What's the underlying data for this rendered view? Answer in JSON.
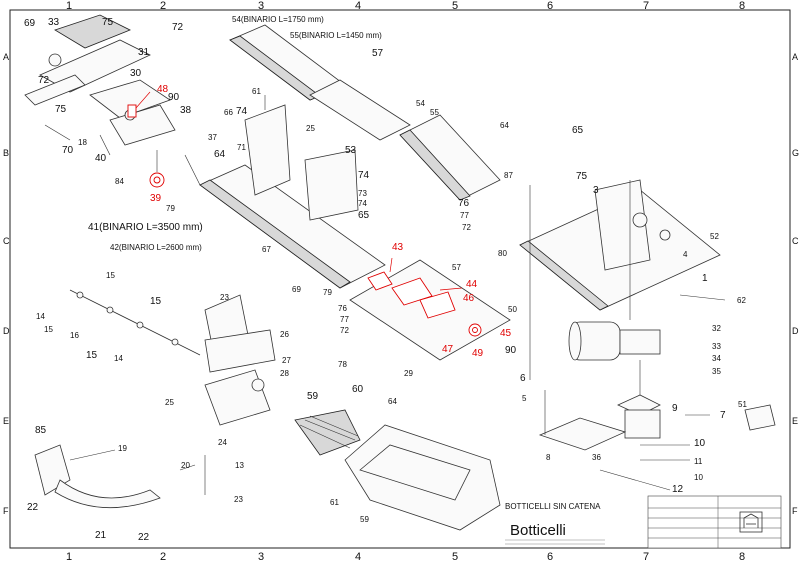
{
  "grid": {
    "columns": [
      "1",
      "2",
      "3",
      "4",
      "5",
      "6",
      "7",
      "8"
    ],
    "rows_left": [
      "A",
      "B",
      "C",
      "D",
      "E",
      "F"
    ],
    "rows_right": [
      "A",
      "G",
      "C",
      "D",
      "E",
      "F"
    ]
  },
  "rails": {
    "rail54": "54(BINARIO L=1750 mm)",
    "rail55": "55(BINARIO L=1450 mm)",
    "rail41": "41(BINARIO L=3500 mm)",
    "rail42": "42(BINARIO L=2600 mm)"
  },
  "labels": {
    "l69": "69",
    "l33": "33",
    "l75a": "75",
    "l72a": "72",
    "l31": "31",
    "l30": "30",
    "l72b": "72",
    "l75b": "75",
    "l48": "48",
    "l90a": "90",
    "l38": "38",
    "l70": "70",
    "l40": "40",
    "l18": "18",
    "l37": "37",
    "l84": "84",
    "l39": "39",
    "l79a": "79",
    "l57a": "57",
    "l61": "61",
    "l66": "66",
    "l74a": "74",
    "l25": "25",
    "l53": "53",
    "l64a": "64",
    "l71": "71",
    "l74b": "74",
    "l73": "73",
    "l74c": "74",
    "l65a": "65",
    "l67": "67",
    "l54": "54",
    "l55": "55",
    "l64b": "64",
    "l65b": "65",
    "l87": "87",
    "l75c": "75",
    "l76": "76",
    "l77a": "77",
    "l72c": "72",
    "l3": "3",
    "l52": "52",
    "l4": "4",
    "l80": "80",
    "l43": "43",
    "l57b": "57",
    "l69b": "69",
    "l79b": "79",
    "l44": "44",
    "l46": "46",
    "l50": "50",
    "l45": "45",
    "l47": "47",
    "l49": "49",
    "l90b": "90",
    "l76b": "76",
    "l77b": "77",
    "l72d": "72",
    "l78": "78",
    "l29": "29",
    "l1": "1",
    "l62": "62",
    "l32": "32",
    "l33b": "33",
    "l34": "34",
    "l35": "35",
    "l6": "6",
    "l5": "5",
    "l9": "9",
    "l7": "7",
    "l51": "51",
    "l8": "8",
    "l36": "36",
    "l10a": "10",
    "l10b": "10",
    "l11": "11",
    "l12": "12",
    "l15a": "15",
    "l14a": "14",
    "l15b": "15",
    "l16": "16",
    "l15c": "15",
    "l15d": "15",
    "l14b": "14",
    "l23a": "23",
    "l26": "26",
    "l27": "27",
    "l28": "28",
    "l25b": "25",
    "l24": "24",
    "l59": "59",
    "l60": "60",
    "l64c": "64",
    "l61b": "61",
    "l59b": "59",
    "l85": "85",
    "l19": "19",
    "l20": "20",
    "l13": "13",
    "l23b": "23",
    "l22a": "22",
    "l21": "21",
    "l22b": "22"
  },
  "product_note": "BOTTICELLI SIN CATENA",
  "brand_title": "Botticelli"
}
